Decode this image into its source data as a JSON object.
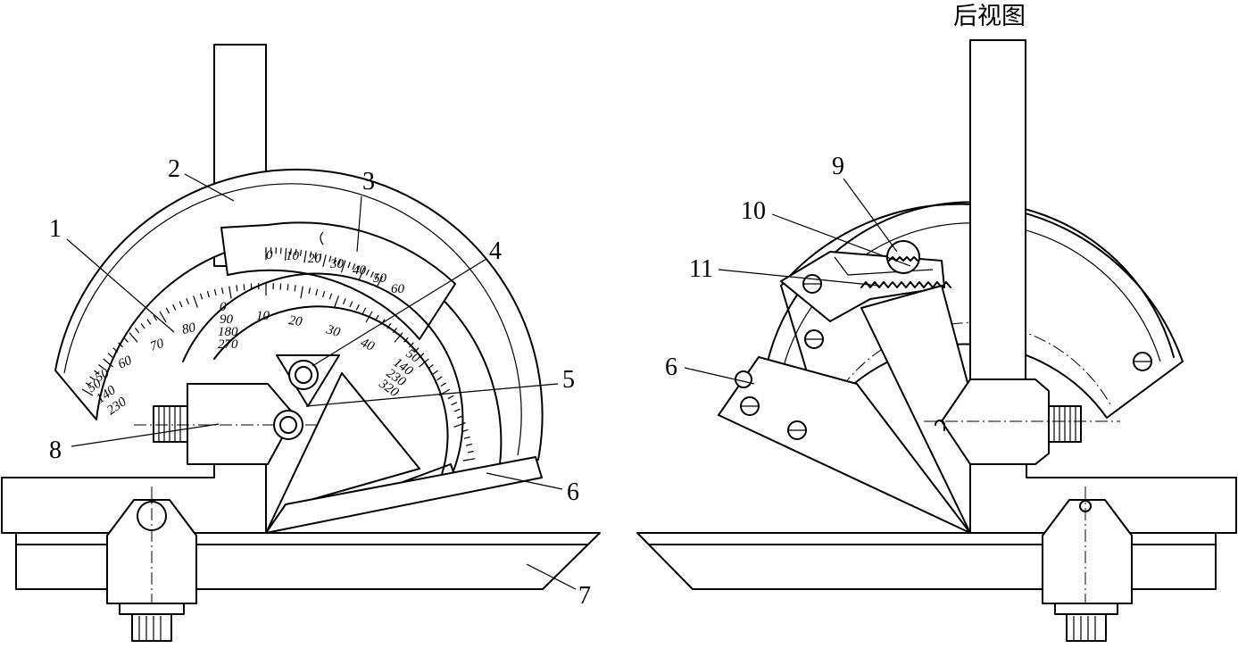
{
  "title": "后视图",
  "callouts": [
    "1",
    "2",
    "3",
    "4",
    "5",
    "6",
    "7",
    "8",
    "6",
    "9",
    "10",
    "11"
  ],
  "vernier_scale": [
    "0",
    "10",
    "20",
    "30",
    "40",
    "50",
    "60"
  ],
  "main_scale": {
    "upper": [
      "50",
      "60",
      "70",
      "80"
    ],
    "lower": [
      "10",
      "20",
      "30",
      "40",
      "50"
    ],
    "stack_90": [
      "0",
      "90",
      "180",
      "270"
    ],
    "stack_50": [
      "50",
      "140",
      "230",
      "320"
    ],
    "stack_left": [
      "50",
      "140",
      "230"
    ]
  }
}
